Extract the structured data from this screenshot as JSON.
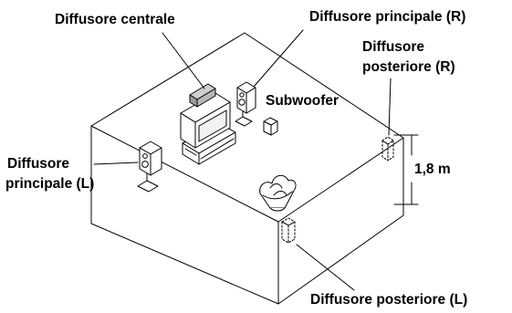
{
  "labels": {
    "center_speaker": "Diffusore centrale",
    "main_right_speaker": "Diffusore principale (R)",
    "rear_right_line1": "Diffusore",
    "rear_right_line2": "posteriore (R)",
    "subwoofer": "Subwoofer",
    "main_left_line1": "Diffusore",
    "main_left_line2": "principale (L)",
    "height_measure": "1,8 m",
    "rear_left_speaker": "Diffusore posteriore (L)"
  }
}
